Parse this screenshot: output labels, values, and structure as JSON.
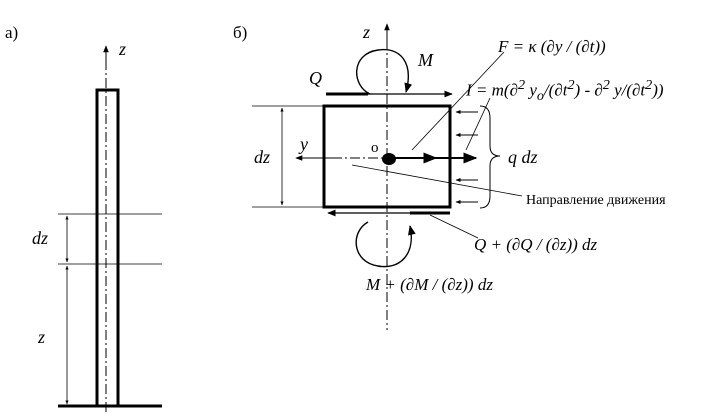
{
  "panel_a": {
    "label": "а)",
    "axis_label": "z",
    "dz_label": "dz",
    "z_label": "z"
  },
  "panel_b": {
    "label": "б)",
    "axis_z_label": "z",
    "axis_y_label": "y",
    "origin_label": "о",
    "dz_label": "dz",
    "Q_label": "Q",
    "M_label": "M",
    "F_label": "F  = κ (∂y / (∂t))",
    "I_label_html": "I = m(∂<sup>2</sup> y<sub>o</sub>/(∂t<sup>2</sup>) - ∂<sup>2</sup> y/(∂t<sup>2</sup>))",
    "q_label": "q dz",
    "direction_label": "Направление движения",
    "Q2_label": "Q  + (∂Q / (∂z)) dz",
    "M2_label": "M + (∂M / (∂z)) dz"
  },
  "colors": {
    "ink": "#000000",
    "background": "#ffffff"
  }
}
